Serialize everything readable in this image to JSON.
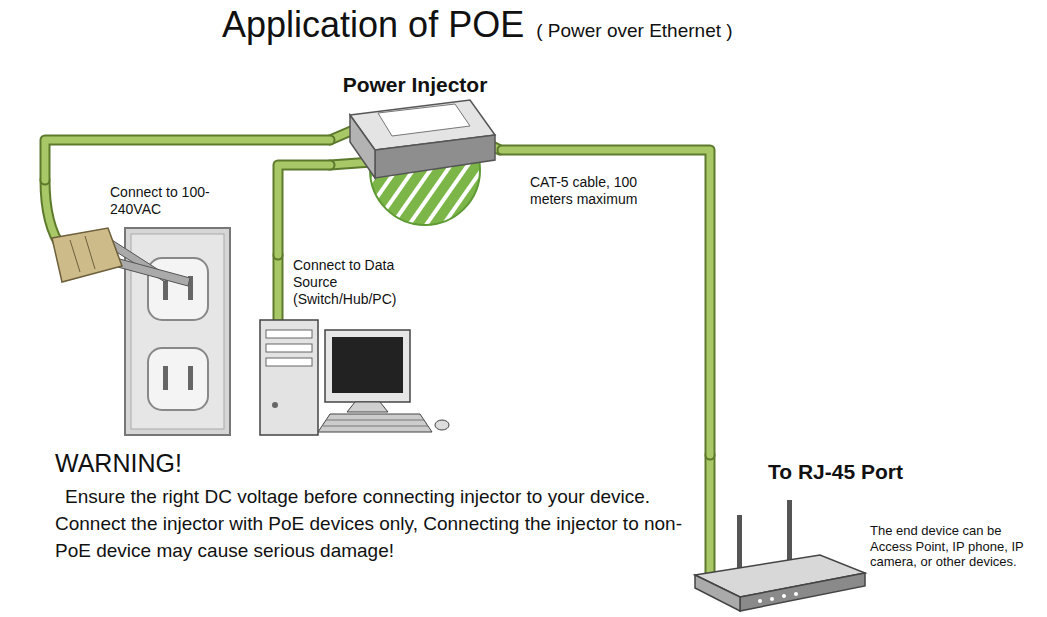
{
  "diagram": {
    "title": "Application of POE",
    "nodes": [
      {
        "text": [
          "Power Injector"
        ]
      },
      {
        "text": [
          "Connect to 100-240VAC"
        ]
      },
      {
        "text": [
          "Connect to Data Source (Switch/Hub/PC)"
        ]
      },
      {
        "text": [
          "To RJ-45 Port",
          "The end device can be Access Point, IP phone, IP camera, or other devices."
        ]
      }
    ],
    "edges": [
      {
        "from": 0,
        "to": 1,
        "arrow": "none"
      },
      {
        "from": 0,
        "to": 2,
        "arrow": "none"
      },
      {
        "from": 0,
        "to": 3,
        "label": "CAT-5 cable, 100 meters maximum",
        "arrow": "none"
      }
    ],
    "labels": [
      "( Power over Ethernet )",
      "WARNING!",
      "Ensure the right DC voltage before connecting injector to your device. Connect the injector with PoE devices only, Connecting the injector to non-PoE device may cause serious damage!"
    ]
  }
}
